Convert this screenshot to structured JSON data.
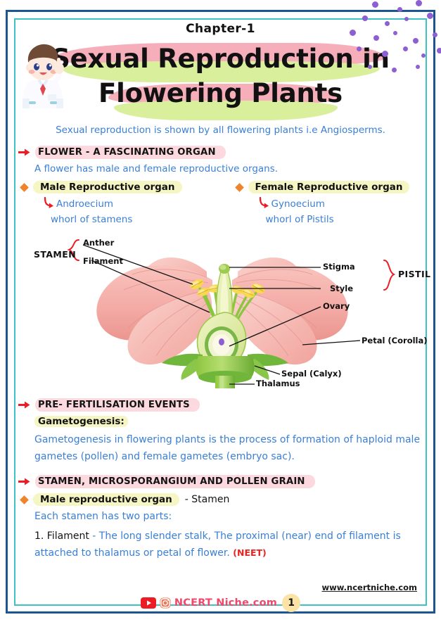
{
  "header": {
    "chapter": "Chapter-1",
    "title_line1": "Sexual Reproduction in",
    "title_line2": "Flowering Plants",
    "intro": "Sexual reproduction is shown by all flowering plants i.e Angiosperms.",
    "mascot_icon": "scientist-boy-mascot"
  },
  "sections": [
    {
      "heading": "FLOWER  -  A FASCINATING ORGAN",
      "subtitle": "A flower has male and female reproductive organs."
    },
    {
      "heading": "PRE- FERTILISATION EVENTS"
    },
    {
      "heading": "STAMEN, MICROSPORANGIUM AND POLLEN GRAIN"
    }
  ],
  "organs": {
    "male": {
      "label": "Male Reproductive organ",
      "term": "Androecium",
      "desc": "whorl of stamens"
    },
    "female": {
      "label": "Female Reproductive organ",
      "term": "Gynoecium",
      "desc": "whorl of Pistils"
    }
  },
  "figure": {
    "name": "flower-longitudinal-section-diagram",
    "labels": {
      "stamen": "STAMEN",
      "anther": "Anther",
      "filament": "Filament",
      "stigma": "Stigma",
      "style": "Style",
      "ovary": "Ovary",
      "pistil": "PISTIL",
      "petal": "Petal (Corolla)",
      "sepal": "Sepal (Calyx)",
      "thalamus": "Thalamus"
    }
  },
  "gametogenesis": {
    "label": "Gametogenesis:",
    "paragraph": "Gametogenesis in flowering plants is the process of formation of haploid male gametes (pollen) and female gametes (embryo sac)."
  },
  "stamen_section": {
    "organ_label": "Male reproductive organ",
    "organ_value": "- Stamen",
    "each_line": "Each stamen has two parts:",
    "point_label": "1. Filament",
    "point_text": "- The long slender stalk, The proximal (near) end of filament is attached to thalamus or petal of flower.",
    "tag": "(NEET)"
  },
  "footer": {
    "site_url": "www.ncertniche.com",
    "brand": "NCERT Niche.com",
    "page_number": "1",
    "youtube_icon": "youtube-icon",
    "instagram_icon": "instagram-icon"
  },
  "colors": {
    "frame_blue": "#1d5591",
    "frame_teal": "#3fc3c2",
    "heading_pink": "#fbd9de",
    "highlight_yellow": "#f6f6c4",
    "body_blue": "#3a7fd5",
    "accent_red": "#e8231f",
    "diamond_orange": "#f0842a",
    "brand_pink": "#f2476b",
    "dot_purple": "#8e5fd3",
    "brush_pink": "#f6aebb",
    "brush_green": "#d9ef9b",
    "badge_yellow": "#fbe3a6"
  }
}
